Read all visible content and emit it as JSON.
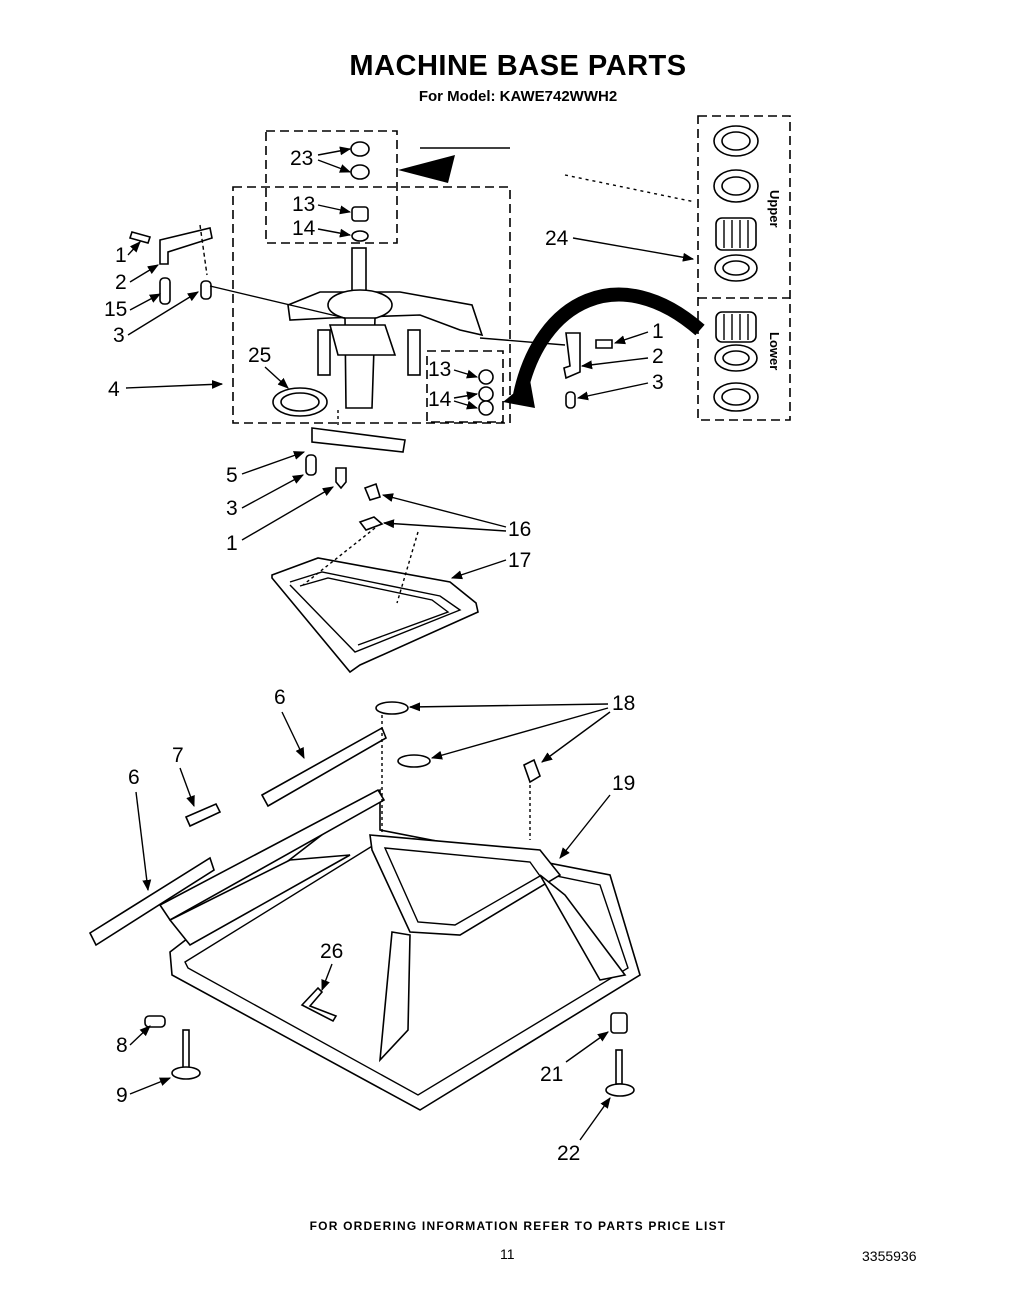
{
  "title": "MACHINE BASE PARTS",
  "subtitle": "For Model: KAWE742WWH2",
  "footer": "FOR ORDERING INFORMATION REFER TO PARTS PRICE LIST",
  "page_number": "11",
  "document_number": "3355936",
  "bearing_groups": {
    "upper": "Upper",
    "lower": "Lower"
  },
  "callouts": {
    "c23": "23",
    "c13a": "13",
    "c14a": "14",
    "c1a": "1",
    "c2a": "2",
    "c15": "15",
    "c3a": "3",
    "c4": "4",
    "c25": "25",
    "c24": "24",
    "c1b": "1",
    "c2b": "2",
    "c3b": "3",
    "c13b": "13",
    "c14b": "14",
    "c5": "5",
    "c3c": "3",
    "c1c": "1",
    "c16a": "16",
    "c17": "17",
    "c16b": "16",
    "c6a": "6",
    "c7": "7",
    "c6b": "6",
    "c18": "18",
    "c19": "19",
    "c26": "26",
    "c8": "8",
    "c9": "9",
    "c21": "21",
    "c22": "22"
  },
  "colors": {
    "ink": "#000000",
    "paper": "#ffffff"
  }
}
